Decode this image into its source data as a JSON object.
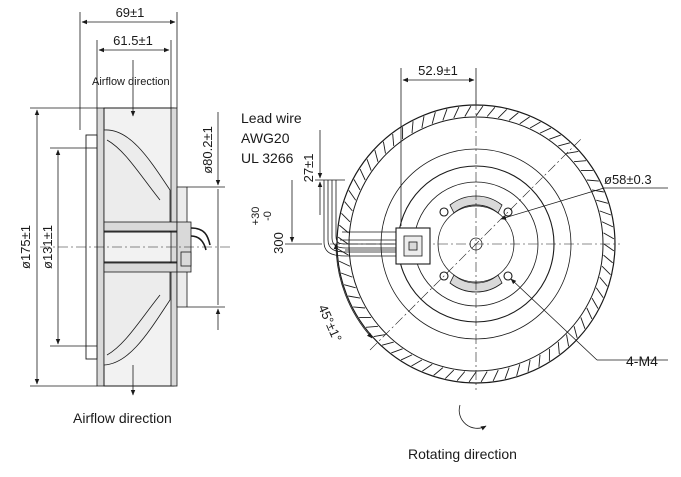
{
  "drawing": {
    "side_view": {
      "dim_total_depth": "69±1",
      "dim_impeller_depth": "61.5±1",
      "dim_outer_diameter": "ø175±1",
      "dim_inlet_diameter": "ø131±1",
      "dim_motor_diameter": "ø80.2±1",
      "airflow_top_label": "Airflow direction",
      "airflow_bottom_label": "Airflow direction"
    },
    "front_view": {
      "dim_offset": "52.9±1",
      "dim_bolt_circle": "ø58±0.3",
      "dim_wire_strip": "27±1",
      "dim_wire_length_nominal": "300",
      "dim_wire_length_tol_plus": "+30",
      "dim_wire_length_tol_minus": "-0",
      "dim_angle": "45°±1°",
      "lead_wire_title": "Lead wire",
      "lead_wire_gauge": "AWG20",
      "lead_wire_standard": "UL 3266",
      "mount_holes": "4-M4",
      "rotating_label": "Rotating direction"
    }
  }
}
